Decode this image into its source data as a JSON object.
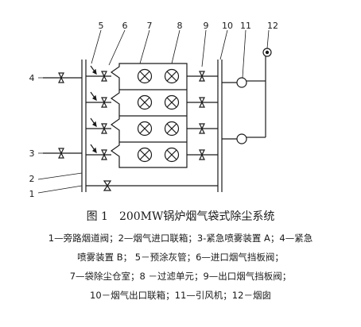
{
  "diagram": {
    "labels": [
      "1",
      "2",
      "3",
      "4",
      "5",
      "6",
      "7",
      "8",
      "9",
      "10",
      "11",
      "12"
    ]
  },
  "caption": "图 1　200MW锅炉烟气袋式除尘系统",
  "legend": [
    "1—旁路烟道阀；2—烟气进口联箱；3-紧急喷雾装置 A；4—紧急",
    "喷雾装置 B； 5－预涂灰管；6—进口烟气挡板阀；",
    "7—袋除尘仓室；8 －过滤单元；9—出口烟气挡板阀；",
    "10－烟气出口联箱；11—引风机；12－烟囱"
  ]
}
